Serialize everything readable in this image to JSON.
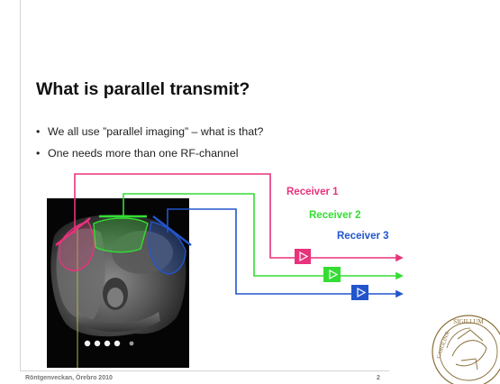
{
  "slide": {
    "title": "What is parallel transmit?",
    "bullets": [
      "We all use ”parallel imaging” – what is that?",
      "One needs more than one RF-channel"
    ],
    "receivers": [
      {
        "label": "Receiver 1",
        "color": "#e8327c"
      },
      {
        "label": "Receiver 2",
        "color": "#33dd33"
      },
      {
        "label": "Receiver 3",
        "color": "#2255cc"
      }
    ],
    "footer": "Röntgenveckan, Örebro 2010",
    "page_number": "2"
  }
}
